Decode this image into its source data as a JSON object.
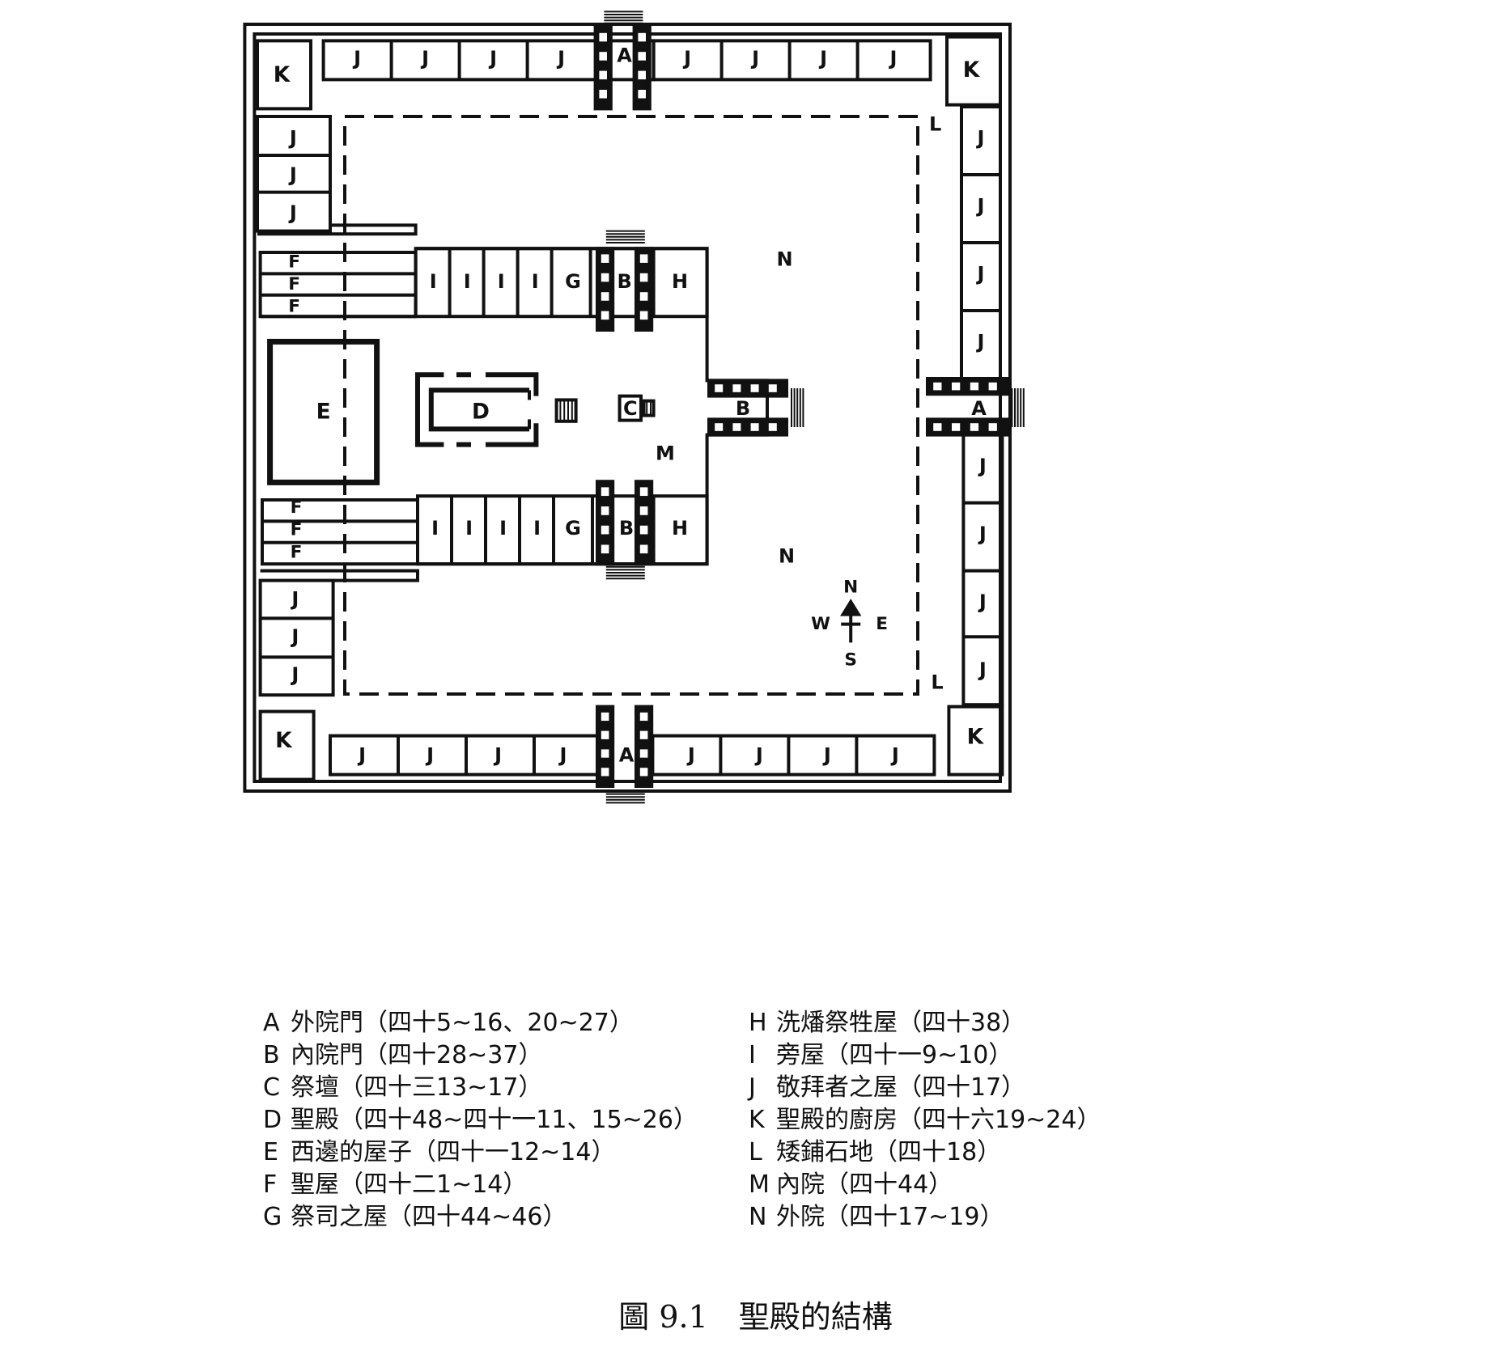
{
  "room_labels": {
    "outer_gate": "A",
    "inner_gate": "B",
    "altar": "C",
    "temple": "D",
    "west_building": "E",
    "holy_chamber": "F",
    "priest_chamber": "G",
    "washing_room": "H",
    "side_chamber": "I",
    "worship_room": "J",
    "kitchen": "K",
    "pavement": "L",
    "inner_court": "M",
    "outer_court": "N"
  },
  "compass": {
    "north": "N",
    "south": "S",
    "east": "E",
    "west": "W"
  },
  "legend": {
    "left": [
      {
        "key": "A",
        "text": "外院門（四十5~16、20~27）"
      },
      {
        "key": "B",
        "text": "內院門（四十28~37）"
      },
      {
        "key": "C",
        "text": "祭壇（四十三13~17）"
      },
      {
        "key": "D",
        "text": "聖殿（四十48~四十一11、15~26）"
      },
      {
        "key": "E",
        "text": "西邊的屋子（四十一12~14）"
      },
      {
        "key": "F",
        "text": "聖屋（四十二1~14）"
      },
      {
        "key": "G",
        "text": "祭司之屋（四十44~46）"
      }
    ],
    "right": [
      {
        "key": "H",
        "text": "洗燔祭牲屋（四十38）"
      },
      {
        "key": "I",
        "text": "旁屋（四十一9~10）"
      },
      {
        "key": "J",
        "text": "敬拜者之屋（四十17）"
      },
      {
        "key": "K",
        "text": "聖殿的廚房（四十六19~24）"
      },
      {
        "key": "L",
        "text": "矮鋪石地（四十18）"
      },
      {
        "key": "M",
        "text": "內院（四十44）"
      },
      {
        "key": "N",
        "text": "外院（四十17~19）"
      }
    ]
  },
  "caption": "圖 9.1　聖殿的結構"
}
